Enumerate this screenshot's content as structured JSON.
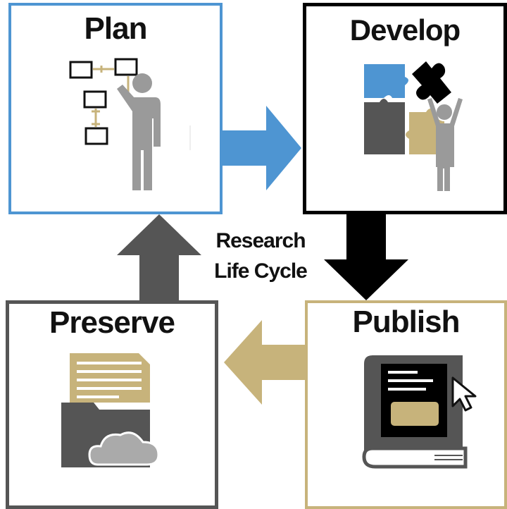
{
  "diagram": {
    "center_label_line1": "Research",
    "center_label_line2": "Life Cycle",
    "stages": {
      "plan": "Plan",
      "develop": "Develop",
      "publish": "Publish",
      "preserve": "Preserve"
    }
  },
  "colors": {
    "plan_blue": "#4e95d2",
    "develop_black": "#000000",
    "publish_gold": "#c7b37b",
    "preserve_gray": "#555555",
    "figure_gray": "#9a9a9a"
  },
  "icons": {
    "plan": "person-planning-flowchart-icon",
    "develop": "person-assembling-puzzle-icon",
    "publish": "book-with-cursor-icon",
    "preserve": "folder-document-cloud-icon"
  }
}
